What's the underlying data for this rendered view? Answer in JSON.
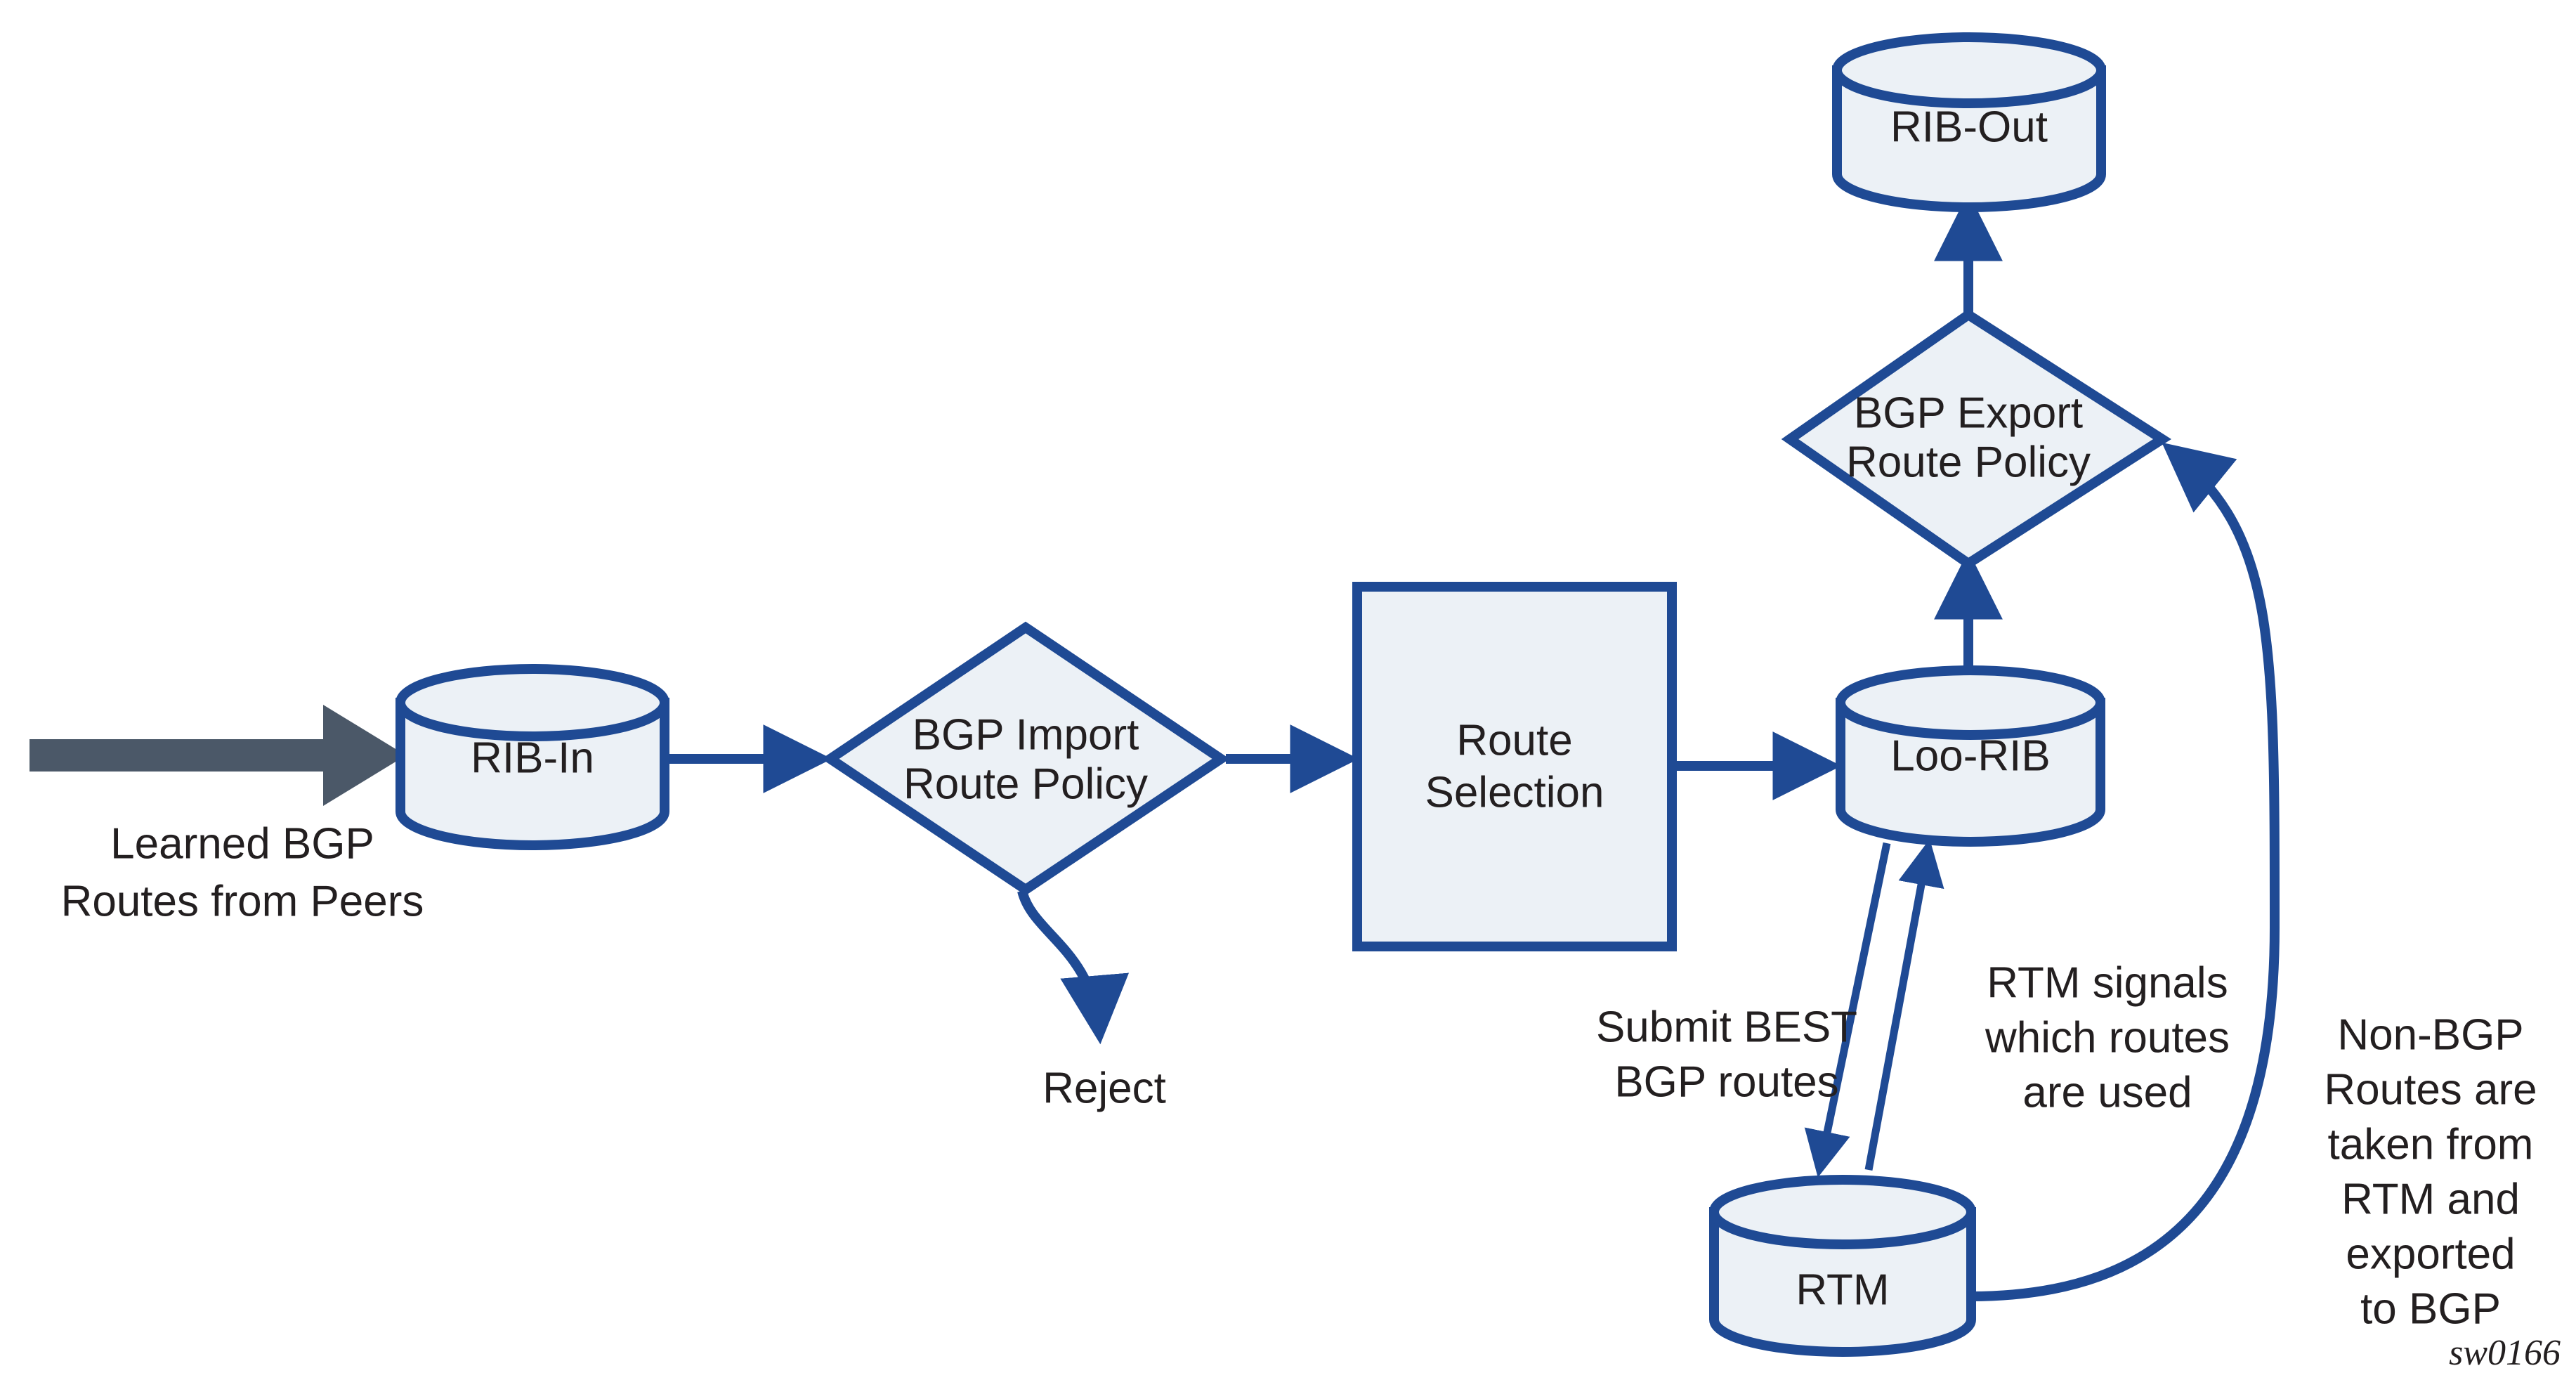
{
  "diagram": {
    "title": "BGP Route Processing Flow",
    "watermark": "sw0166",
    "colors": {
      "stroke_blue": "#1f4a94",
      "shape_fill": "#ecf1f6",
      "gray_arrow": "#4b5868",
      "text_black": "#231f20",
      "background": "#ffffff"
    },
    "nodes": {
      "rib_in": {
        "label": "RIB-In",
        "shape": "cylinder"
      },
      "bgp_import_policy": {
        "label_line1": "BGP Import",
        "label_line2": "Route Policy",
        "shape": "diamond"
      },
      "route_selection": {
        "label_line1": "Route",
        "label_line2": "Selection",
        "shape": "rectangle"
      },
      "loc_rib": {
        "label": "Loo-RIB",
        "shape": "cylinder"
      },
      "bgp_export_policy": {
        "label_line1": "BGP Export",
        "label_line2": "Route Policy",
        "shape": "diamond"
      },
      "rib_out": {
        "label": "RIB-Out",
        "shape": "cylinder"
      },
      "rtm": {
        "label": "RTM",
        "shape": "cylinder"
      },
      "reject": {
        "label": "Reject",
        "shape": "text"
      }
    },
    "annotations": {
      "learned_routes": {
        "line1": "Learned BGP",
        "line2": "Routes from Peers"
      },
      "submit_best": {
        "line1": "Submit BEST",
        "line2": "BGP routes"
      },
      "rtm_signals": {
        "line1": "RTM signals",
        "line2": "which routes",
        "line3": "are used"
      },
      "non_bgp": {
        "line1": "Non-BGP",
        "line2": "Routes are",
        "line3": "taken from",
        "line4": "RTM and",
        "line5": "exported",
        "line6": "to BGP"
      }
    },
    "edges": [
      {
        "name": "peers-to-rib-in",
        "from": "external-peers",
        "to": "rib_in",
        "style": "thick-gray-arrow"
      },
      {
        "name": "rib-in-to-import-policy",
        "from": "rib_in",
        "to": "bgp_import_policy",
        "style": "blue-arrow"
      },
      {
        "name": "import-policy-to-reject",
        "from": "bgp_import_policy",
        "to": "reject",
        "style": "blue-curved-arrow"
      },
      {
        "name": "import-policy-to-route-selection",
        "from": "bgp_import_policy",
        "to": "route_selection",
        "style": "blue-arrow"
      },
      {
        "name": "route-selection-to-loc-rib",
        "from": "route_selection",
        "to": "loc_rib",
        "style": "blue-arrow"
      },
      {
        "name": "loc-rib-to-export-policy",
        "from": "loc_rib",
        "to": "bgp_export_policy",
        "style": "blue-arrow"
      },
      {
        "name": "export-policy-to-rib-out",
        "from": "bgp_export_policy",
        "to": "rib_out",
        "style": "blue-arrow"
      },
      {
        "name": "loc-rib-to-rtm",
        "from": "loc_rib",
        "to": "rtm",
        "style": "blue-arrow"
      },
      {
        "name": "rtm-to-loc-rib",
        "from": "rtm",
        "to": "loc_rib",
        "style": "blue-arrow"
      },
      {
        "name": "rtm-to-export-policy",
        "from": "rtm",
        "to": "bgp_export_policy",
        "style": "blue-curved-arrow"
      }
    ]
  }
}
